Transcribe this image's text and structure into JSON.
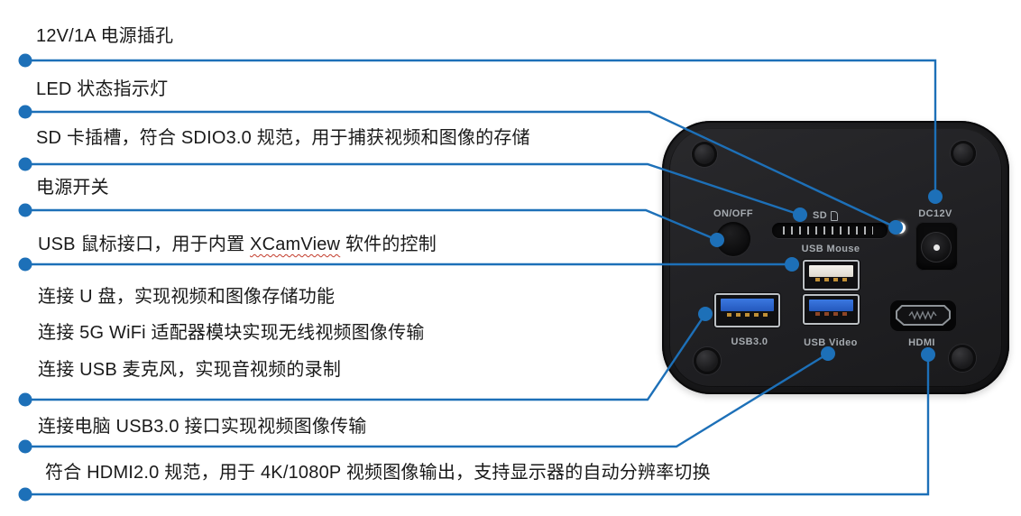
{
  "colors": {
    "accent": "#1d70b8",
    "background": "#ffffff",
    "text": "#1a1a1a",
    "port_label": "#a6abb0",
    "led": "#ffffff",
    "squiggle": "#c23b2b"
  },
  "annotations": {
    "power_jack": {
      "text": "12V/1A 电源插孔"
    },
    "led": {
      "text": "LED 状态指示灯"
    },
    "sd_card": {
      "text": "SD 卡插槽，符合 SDIO3.0 规范，用于捕获视频和图像的存储"
    },
    "power_switch": {
      "text": "电源开关"
    },
    "usb_mouse": {
      "pre": "USB 鼠标接口，用于内置 ",
      "highlight": "XCamView",
      "post": " 软件的控制"
    },
    "usb_host": {
      "line1": "连接 U 盘，实现视频和图像存储功能",
      "line2": "连接 5G WiFi 适配器模块实现无线视频图像传输",
      "line3": "连接 USB 麦克风，实现音视频的录制"
    },
    "usb_pc": {
      "text": "连接电脑 USB3.0 接口实现视频图像传输"
    },
    "hdmi": {
      "text": "符合 HDMI2.0 规范，用于 4K/1080P 视频图像输出，支持显示器的自动分辨率切换"
    }
  },
  "device": {
    "labels": {
      "on_off": "ON/OFF",
      "sd": "SD",
      "dc12v": "DC12V",
      "usb_mouse": "USB Mouse",
      "usb3": "USB3.0",
      "usb_video": "USB Video",
      "hdmi": "HDMI"
    }
  }
}
